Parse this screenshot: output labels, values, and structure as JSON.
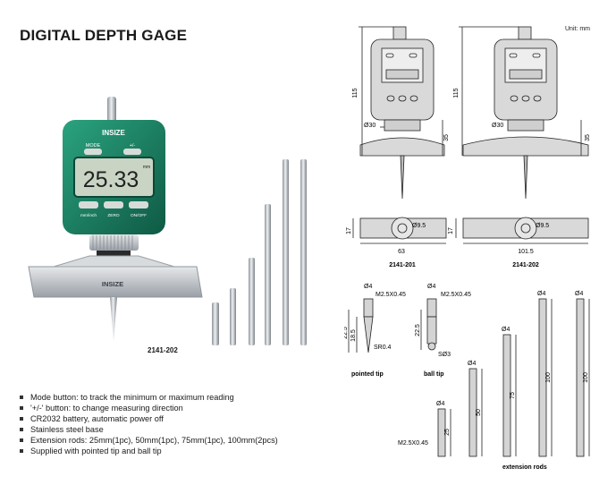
{
  "title": "DIGITAL DEPTH GAGE",
  "unit_note": "Unit: mm",
  "product_photo": {
    "brand": "INSIZE",
    "display_value": "25.33",
    "display_unit": "mm",
    "buttons_top": [
      "MODE",
      "+/-"
    ],
    "buttons_bottom": [
      "mm/inch",
      "ZERO",
      "ON/OFF"
    ],
    "model_label": "2141-202"
  },
  "drawings": {
    "model_a": "2141-201",
    "model_b": "2141-202",
    "height": "115",
    "base_height": "35",
    "dial_diameter": "Ø30",
    "base_thickness": "17",
    "hole_diameter": "Ø9.5",
    "width_a": "63",
    "width_b": "101.5"
  },
  "tips": {
    "pointed_label": "pointed tip",
    "ball_label": "ball tip",
    "diameter": "Ø4",
    "thread": "M2.5X0.45",
    "length_total": "22.5",
    "length_pointed": "18.5",
    "radius": "SR0.4",
    "ball_diameter": "SØ3"
  },
  "rods": {
    "label": "extension rods",
    "diameter": "Ø4",
    "thread": "M2.5X0.45",
    "lengths": [
      "25",
      "50",
      "75",
      "100",
      "100"
    ]
  },
  "features": [
    "Mode button: to track the minimum or maximum reading",
    "'+/-' button: to change measuring direction",
    "CR2032 battery, automatic power off",
    "Stainless steel base",
    "Extension rods: 25mm(1pc), 50mm(1pc), 75mm(1pc), 100mm(2pcs)",
    "Supplied with pointed tip and ball tip"
  ],
  "colors": {
    "body_green": "#1f8a6a",
    "body_dark": "#0f5a44",
    "lcd": "#c9d4c4",
    "steel": "#b9bec4"
  }
}
